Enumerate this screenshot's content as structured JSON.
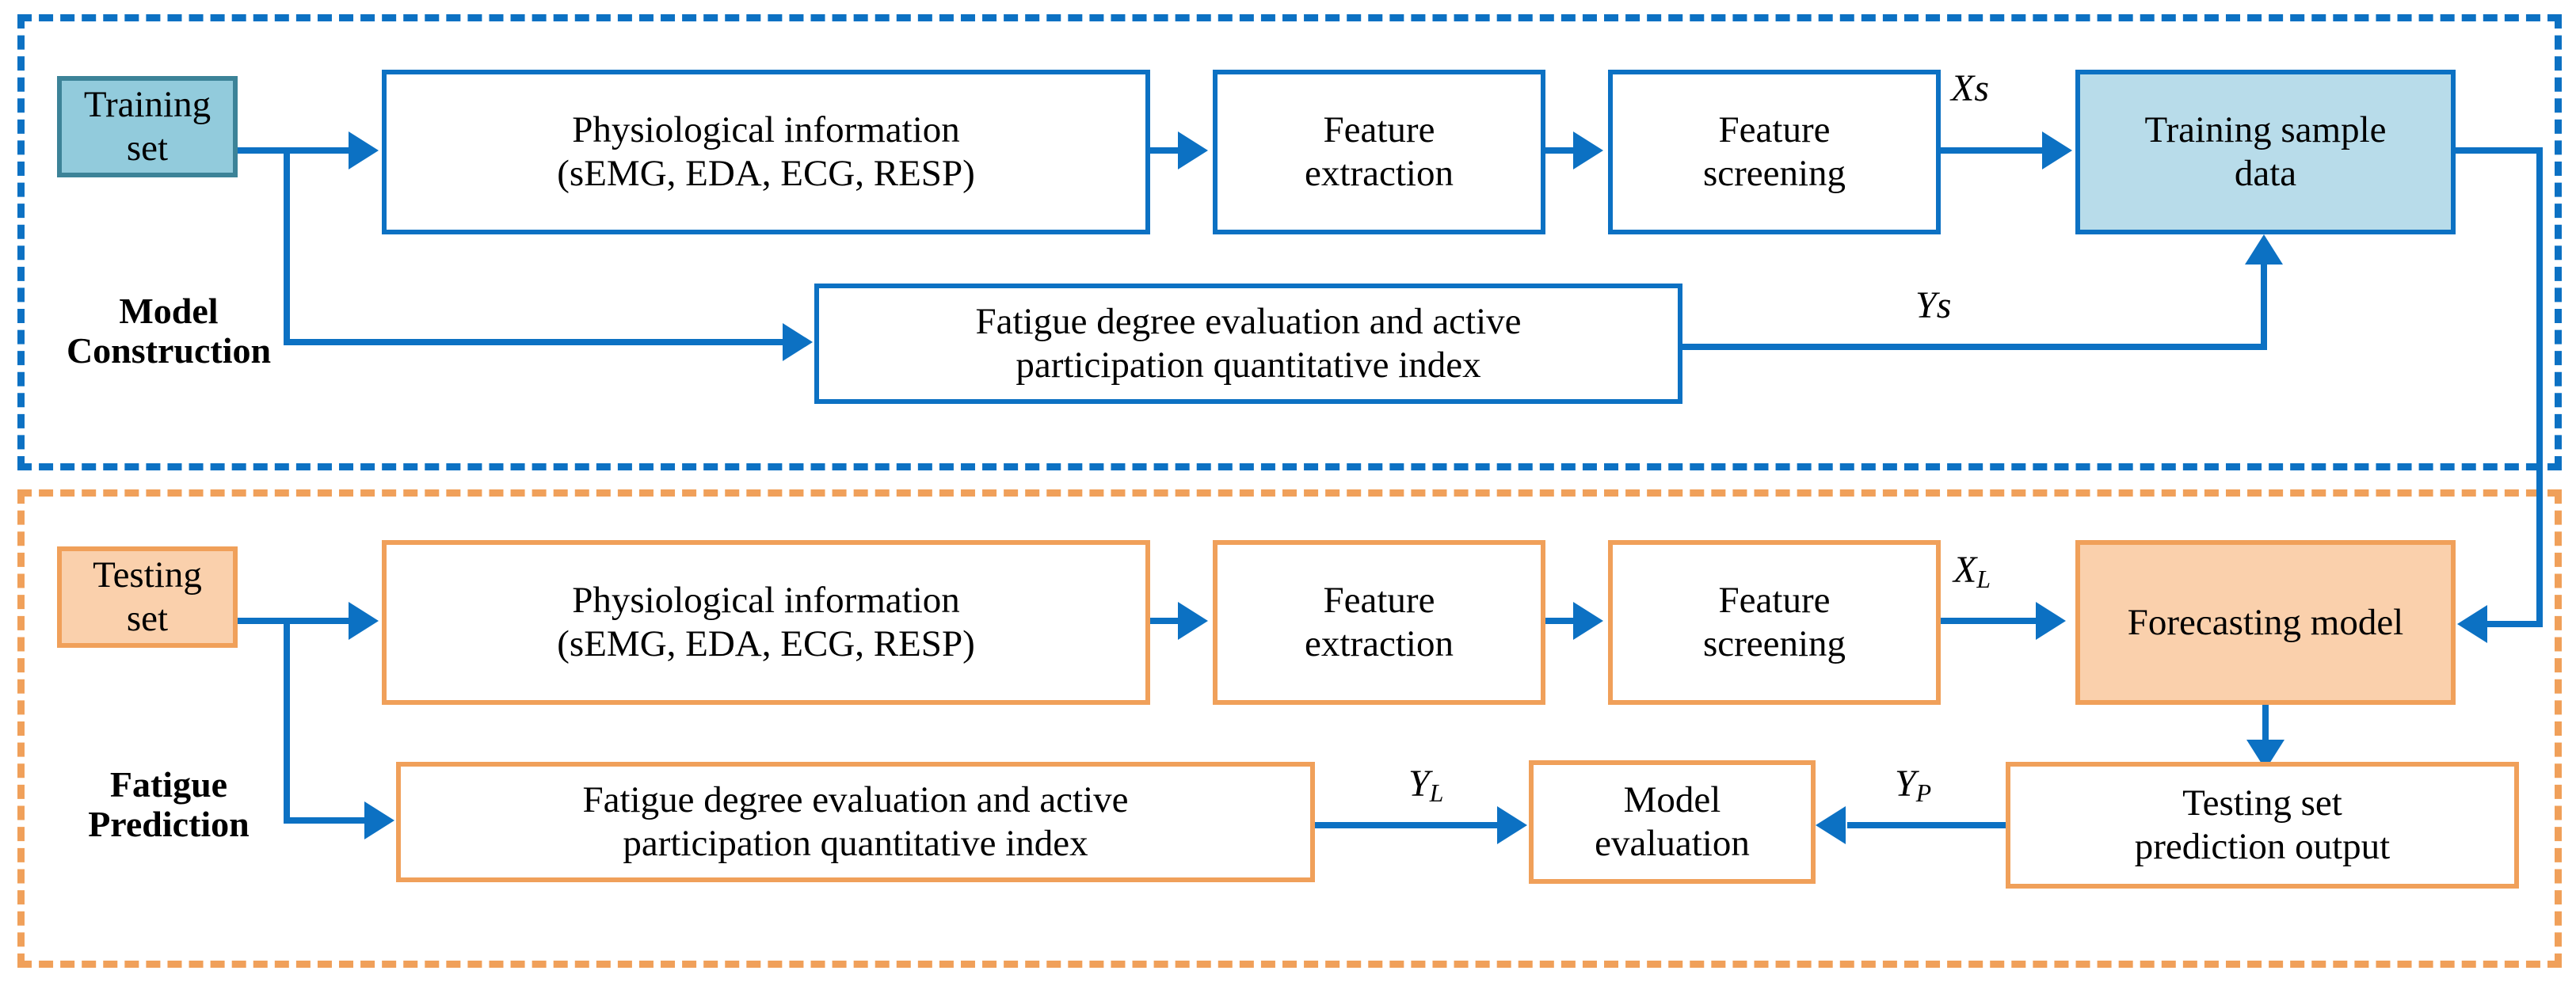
{
  "diagram": {
    "title_text_present": false,
    "colors": {
      "blue_line": "#0C71C3",
      "orange_line": "#F0A05A",
      "training_set_fill": "#92CBDC",
      "training_set_border": "#3C8398",
      "training_sample_fill": "#B8DCEA",
      "testing_set_fill": "#FAD0AC",
      "forecasting_model_fill": "#FAD0AC",
      "box_fill_default": "#FFFFFF",
      "text": "#000000"
    },
    "sections": [
      {
        "id": "model-construction",
        "caption": "Model\nConstruction",
        "border_style": "dashed",
        "border_color": "#0C71C3"
      },
      {
        "id": "fatigue-prediction",
        "caption": "Fatigue\nPrediction",
        "border_style": "dashed",
        "border_color": "#F0A05A"
      }
    ],
    "top_section": {
      "boxes": {
        "training_set": "Training\nset",
        "physiological_information": "Physiological information\n(sEMG, EDA, ECG, RESP)",
        "feature_extraction": "Feature\nextraction",
        "feature_screening": "Feature\nscreening",
        "training_sample_data": "Training sample\ndata",
        "fatigue_index": "Fatigue degree evaluation and active\nparticipation quantitative index"
      },
      "edge_labels": {
        "xs": "Xs",
        "ys": "Ys"
      }
    },
    "bottom_section": {
      "boxes": {
        "testing_set": "Testing\nset",
        "physiological_information": "Physiological information\n(sEMG, EDA, ECG, RESP)",
        "feature_extraction": "Feature\nextraction",
        "feature_screening": "Feature\nscreening",
        "forecasting_model": "Forecasting model",
        "fatigue_index": "Fatigue degree evaluation and active\nparticipation quantitative index",
        "model_evaluation": "Model\nevaluation",
        "testing_prediction_output": "Testing set\nprediction output"
      },
      "edge_labels": {
        "xl_base": "X",
        "xl_sub": "L",
        "yl_base": "Y",
        "yl_sub": "L",
        "yp_base": "Y",
        "yp_sub": "P"
      }
    }
  }
}
